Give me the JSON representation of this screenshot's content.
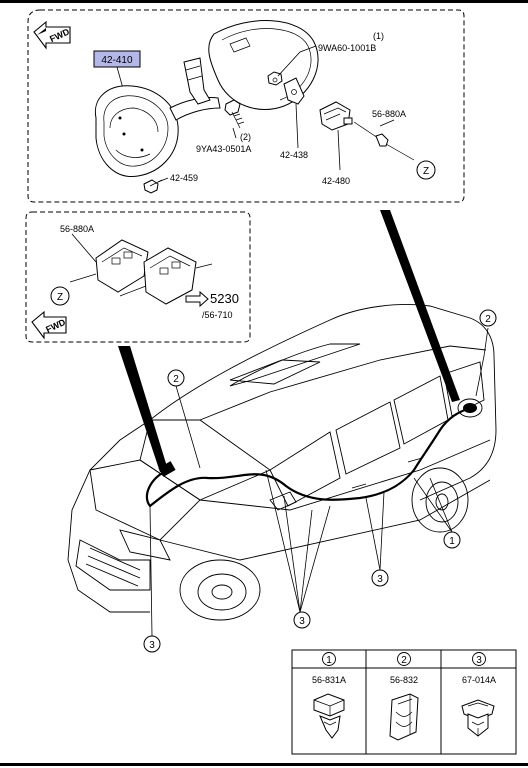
{
  "detail_main": {
    "fwd_arrow": "FWD",
    "highlighted_part": "42-410",
    "highlight_color": "#b4b8e8",
    "parts": {
      "p9wa60": "9WA60-1001B",
      "p9wa60_qty": "(1)",
      "p9ya43": "9YA43-0501A",
      "p9ya43_qty": "(2)",
      "p42438": "42-438",
      "p42480": "42-480",
      "p56880a": "56-880A",
      "p42459": "42-459",
      "zone": "Z"
    }
  },
  "detail_sub": {
    "part": "56-880A",
    "zone": "Z",
    "fwd_arrow": "FWD",
    "ref_main": "5230",
    "ref_sub": "/56-710"
  },
  "callouts": {
    "c1": "1",
    "c2": "2",
    "c3": "3"
  },
  "clip_table": {
    "headers": [
      "1",
      "2",
      "3"
    ],
    "parts": [
      "56-831A",
      "56-832",
      "67-014A"
    ]
  }
}
